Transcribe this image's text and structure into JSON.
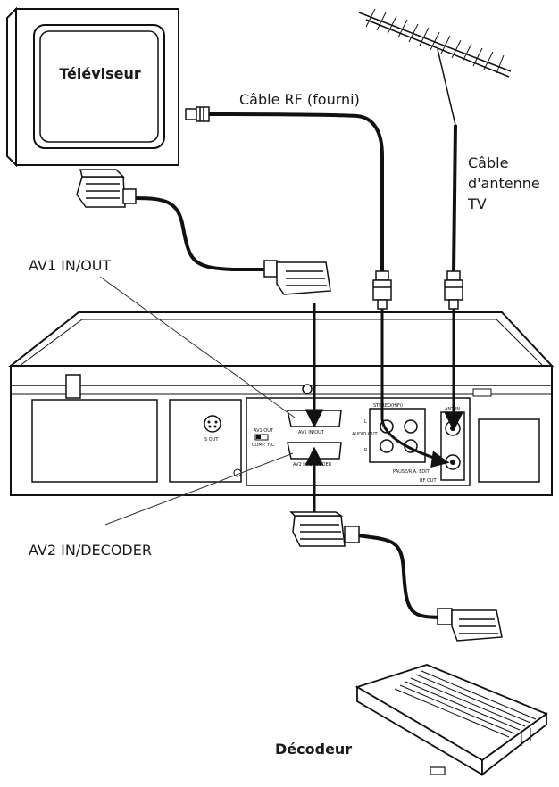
{
  "labels": {
    "tv": "Téléviseur",
    "rf_cable": "Câble RF (fourni)",
    "antenna_cable_line1": "Câble",
    "antenna_cable_line2": "d'antenne",
    "antenna_cable_line3": "TV",
    "av1": "AV1 IN/OUT",
    "av2": "AV2 IN/DECODER",
    "decoder": "Décodeur"
  },
  "vcr_panel": {
    "s_out": "S OUT",
    "av1_out": "AV1 OUT",
    "comp_yc": "COMP. Y/C",
    "av1_port": "AV1 IN/OUT",
    "av2_port": "AV2 IN/DECODER",
    "stereo": "STEREO(HiFi)",
    "audio_l": "L",
    "audio_out": "AUDIO OUT",
    "audio_r": "R",
    "pause": "PAUSE/R.A. EDIT",
    "rf_out": "RF OUT",
    "ant_in": "ANT IN"
  }
}
